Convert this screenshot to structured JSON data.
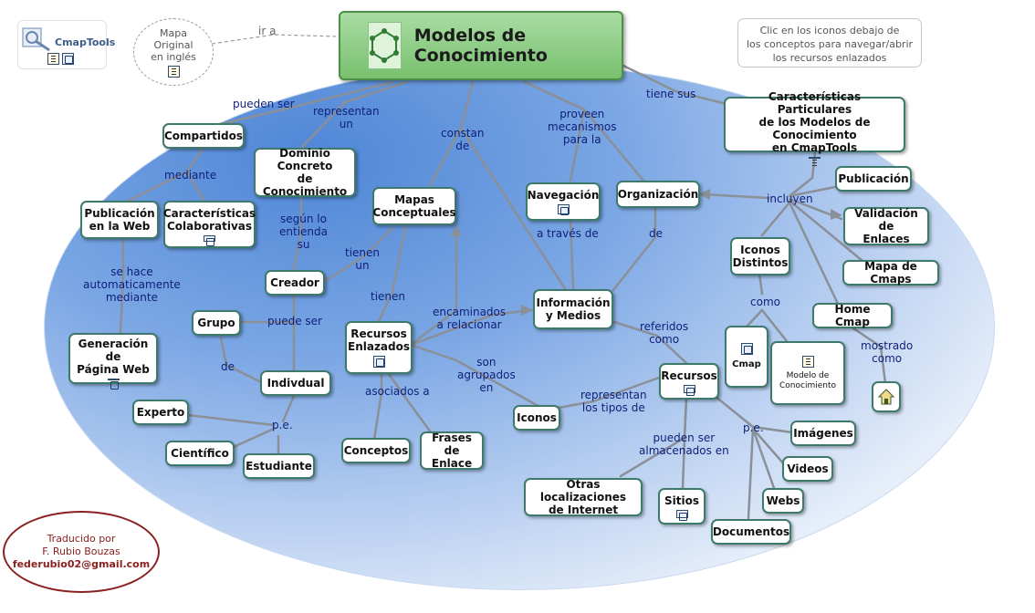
{
  "title": "Modelos de Conocimiento",
  "logo": {
    "text": "CmapTools"
  },
  "original_map": {
    "text": "Mapa\nOriginal\nen inglés"
  },
  "note": "Clic en los iconos debajo de\nlos conceptos para navegar/abrir\nlos recursos enlazados",
  "credit": {
    "line1": "Traducido por",
    "line2": "F. Rubio Bouzas",
    "email": "federubio02@gmail.com"
  },
  "nodes": {
    "compartidos": "Compartidos",
    "dominio": "Dominio\nConcreto\nde Conocimiento",
    "mapas": "Mapas\nConceptuales",
    "navegacion": "Navegación",
    "organizacion": "Organización",
    "caracteristicas_part": "Características Particulares\nde los Modelos de Conocimiento\nen CmapTools",
    "publicacion_web": "Publicación\nen la Web",
    "caracteristicas_colab": "Características\nColaborativas",
    "creador": "Creador",
    "grupo": "Grupo",
    "individual": "Indivdual",
    "generacion": "Generación de\nPágina Web",
    "experto": "Experto",
    "cientifico": "Científico",
    "estudiante": "Estudiante",
    "recursos_enlazados": "Recursos\nEnlazados",
    "informacion": "Información\ny Medios",
    "conceptos": "Conceptos",
    "frases": "Frases de\nEnlace",
    "iconos": "Iconos",
    "recursos": "Recursos",
    "otras": "Otras localizaciones\nde Internet",
    "sitios": "Sitios",
    "documentos": "Documentos",
    "webs": "Webs",
    "videos": "Videos",
    "imagenes": "Imágenes",
    "publicacion": "Publicación",
    "validacion": "Validación de\nEnlaces",
    "mapa_cmaps": "Mapa de Cmaps",
    "iconos_distintos": "Iconos\nDistintos",
    "home_cmap": "Home Cmap",
    "cmap": "Cmap",
    "modelo": "Modelo de\nConocimiento"
  },
  "links": {
    "ir_a": "ir a",
    "pueden_ser": "pueden ser",
    "representan_un": "representan\nun",
    "constan_de": "constan\nde",
    "proveen": "proveen\nmecanismos\npara la",
    "tiene_sus": "tiene sus",
    "mediante": "mediante",
    "segun": "según lo\nentienda\nsu",
    "tienen_un": "tienen\nun",
    "tienen": "tienen",
    "se_hace": "se hace\nautomaticamente\nmediante",
    "puede_ser": "puede ser",
    "de_grupo": "de",
    "pe_1": "p.e.",
    "encaminados": "encaminados\na relacionar",
    "a_traves": "a través de",
    "de_org": "de",
    "incluyen": "incluyen",
    "como_1": "como",
    "referidos": "referidos\ncomo",
    "son_agrupados": "son\nagrupados\nen",
    "asociados": "asociados a",
    "representan_tipos": "representan\nlos tipos de",
    "pueden_ser_alm": "pueden ser\nalmacenados en",
    "pe_2": "p.e.",
    "mostrado_como": "mostrado\ncomo"
  }
}
